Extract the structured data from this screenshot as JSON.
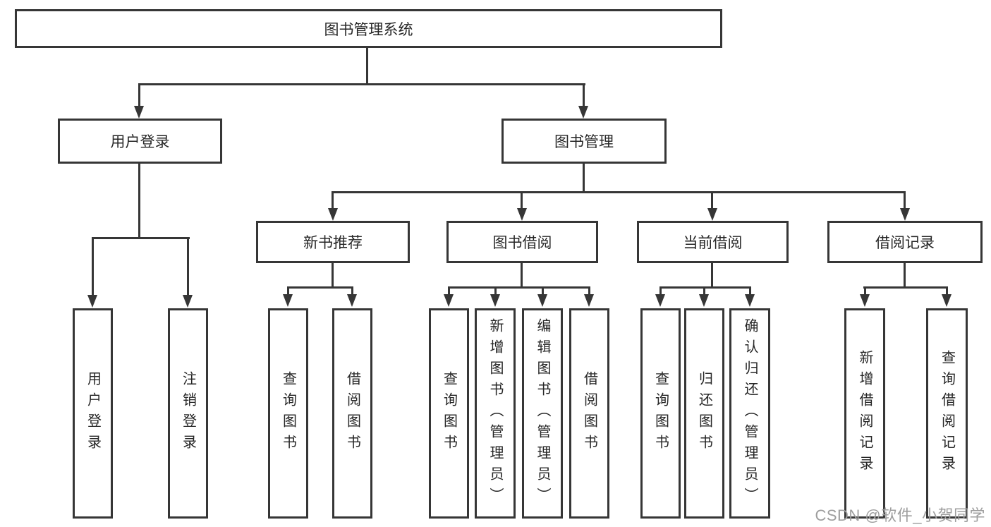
{
  "diagram": {
    "root": {
      "label": "图书管理系统"
    },
    "level2": [
      {
        "label": "用户登录"
      },
      {
        "label": "图书管理"
      }
    ],
    "level3": [
      {
        "label": "新书推荐"
      },
      {
        "label": "图书借阅"
      },
      {
        "label": "当前借阅"
      },
      {
        "label": "借阅记录"
      }
    ],
    "leaves": {
      "user_login": [
        {
          "label": "用户登录"
        },
        {
          "label": "注销登录"
        }
      ],
      "new_book_recommend": [
        {
          "label": "查询图书"
        },
        {
          "label": "借阅图书"
        }
      ],
      "book_borrowing": [
        {
          "label": "查询图书"
        },
        {
          "label": "新增图书（管理员）"
        },
        {
          "label": "编辑图书（管理员）"
        },
        {
          "label": "借阅图书"
        }
      ],
      "current_borrowing": [
        {
          "label": "查询图书"
        },
        {
          "label": "归还图书"
        },
        {
          "label": "确认归还（管理员）"
        }
      ],
      "borrowing_records": [
        {
          "label": "新增借阅记录"
        },
        {
          "label": "查询借阅记录"
        }
      ]
    },
    "watermark": "CSDN @软件_小贺同学",
    "colors": {
      "line": "#363636",
      "text": "#262626",
      "background": "#ffffff",
      "watermark": "#9e9e9e"
    }
  }
}
